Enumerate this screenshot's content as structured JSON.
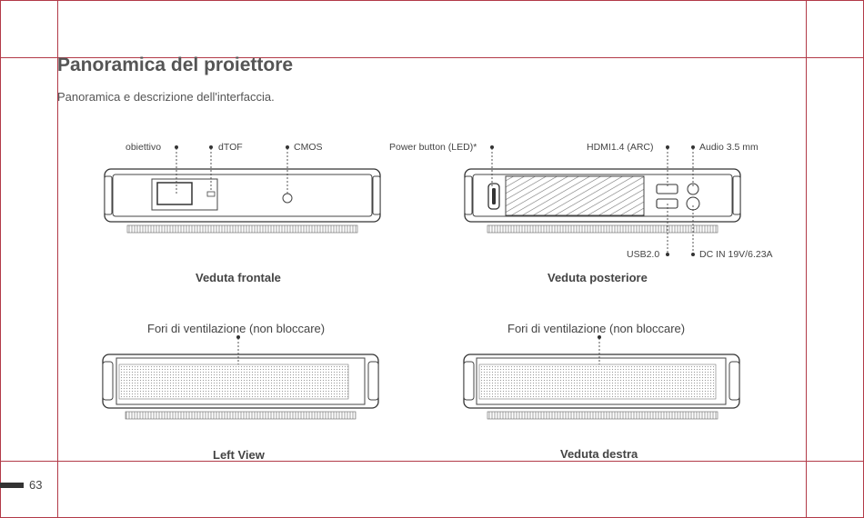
{
  "page": {
    "title": "Panoramica del proiettore",
    "subtitle": "Panoramica e descrizione dell'interfaccia.",
    "page_number": "63"
  },
  "front": {
    "lens_label": "obiettivo",
    "dtof_label": "dTOF",
    "cmos_label": "CMOS",
    "view_label": "Veduta frontale"
  },
  "rear": {
    "power_label": "Power button  (LED)*",
    "hdmi_label": "HDMI1.4  (ARC)",
    "audio_label": "Audio 3.5 mm",
    "usb_label": "USB2.0",
    "dcin_label": "DC IN 19V/6.23A",
    "view_label": "Veduta posteriore"
  },
  "left": {
    "vent_label": "Fori di ventilazione (non bloccare)",
    "view_label": "Left View"
  },
  "right": {
    "vent_label": "Fori di ventilazione (non bloccare)",
    "view_label": "Veduta destra"
  }
}
